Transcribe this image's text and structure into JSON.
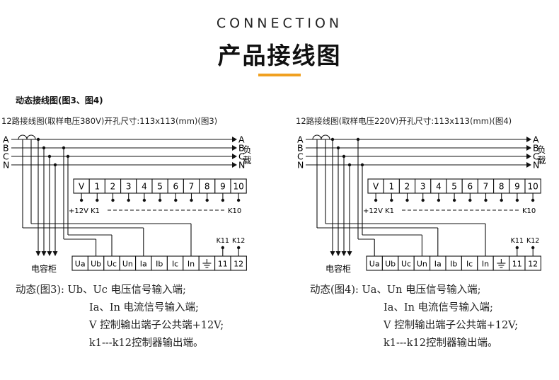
{
  "header": {
    "english_title": "CONNECTION",
    "title": "产品接线图",
    "accent_color": "#f0a020"
  },
  "section_title": "动态接线图(图3、图4)",
  "diagrams": [
    {
      "caption": "12路接线图(取样电压380V)开孔尺寸:113x113(mm)(图3)",
      "phases": [
        "A",
        "B",
        "C",
        "N"
      ],
      "load_label": [
        "负",
        "载"
      ],
      "top_terminals": [
        "V",
        "1",
        "2",
        "3",
        "4",
        "5",
        "6",
        "7",
        "8",
        "9",
        "10"
      ],
      "top_sublabels": {
        "left": "+12V K1",
        "right": "K10"
      },
      "bottom_terminals": [
        "Ua",
        "Ub",
        "Uc",
        "Un",
        "Ia",
        "Ib",
        "Ic",
        "In",
        "⏚",
        "11",
        "12"
      ],
      "bottom_sublabels": [
        "K11",
        "K12"
      ],
      "capacitor_label": "电容柜",
      "notes": [
        "动态(图3): Ub、Uc 电压信号输入端;",
        "Ia、In 电流信号输入端;",
        "V 控制输出端子公共端+12V;",
        "k1---k12控制器输出端。"
      ]
    },
    {
      "caption": "12路接线图(取样电压220V)开孔尺寸:113x113(mm)(图4)",
      "phases": [
        "A",
        "B",
        "C",
        "N"
      ],
      "load_label": [
        "负",
        "载"
      ],
      "top_terminals": [
        "V",
        "1",
        "2",
        "3",
        "4",
        "5",
        "6",
        "7",
        "8",
        "9",
        "10"
      ],
      "top_sublabels": {
        "left": "+12V K1",
        "right": "K10"
      },
      "bottom_terminals": [
        "Ua",
        "Ub",
        "Uc",
        "Un",
        "Ia",
        "Ib",
        "Ic",
        "In",
        "⏚",
        "11",
        "12"
      ],
      "bottom_sublabels": [
        "K11",
        "K12"
      ],
      "capacitor_label": "电容柜",
      "notes": [
        "动态(图4): Ua、Un 电压信号输入端;",
        "Ia、In 电流信号输入端;",
        "V 控制输出端子公共端+12V;",
        "k1---k12控制器输出端。"
      ]
    }
  ]
}
